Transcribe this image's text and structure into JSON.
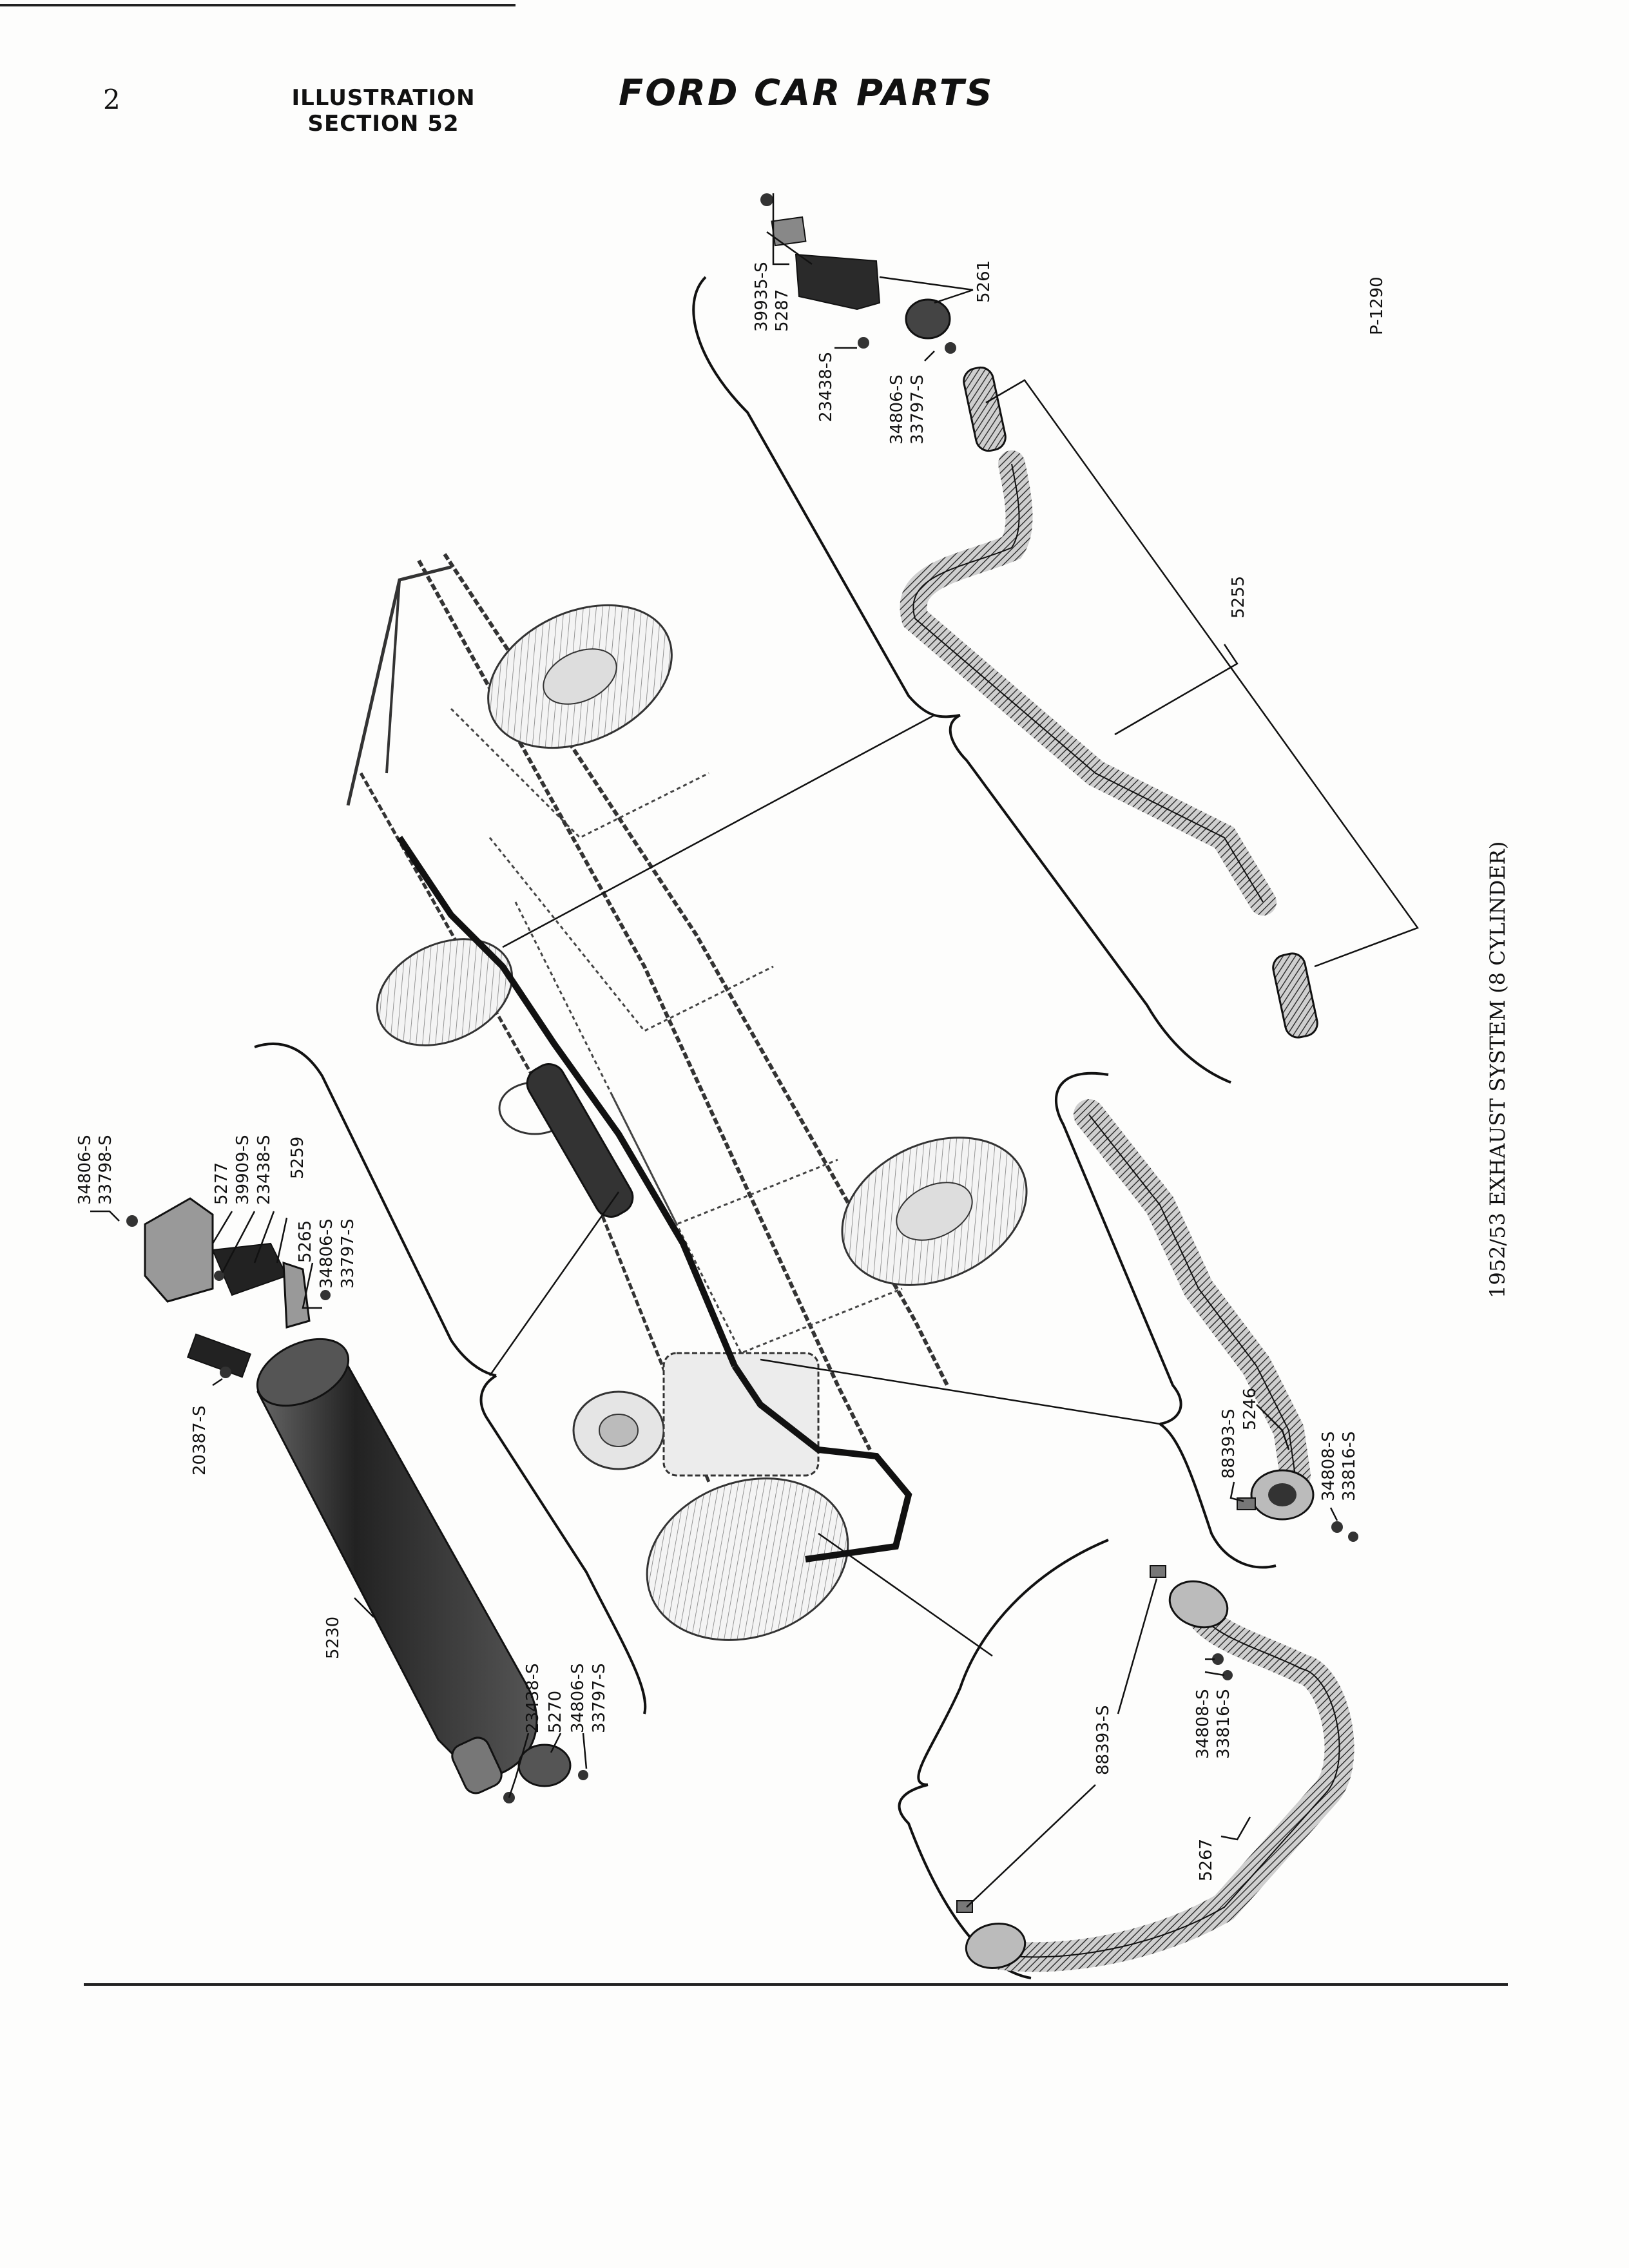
{
  "header": {
    "page_number": "2",
    "section_line1": "ILLUSTRATION",
    "section_line2": "SECTION 52",
    "catalog_title": "FORD CAR PARTS"
  },
  "figure": {
    "plate_number": "P-1290",
    "caption": "1952/53 EXHAUST SYSTEM (8 CYLINDER)"
  },
  "callouts": {
    "tailpipe_group": {
      "p39935s": "39935-S",
      "p5287": "5287",
      "p23438s": "23438-S",
      "p34806s": "34806-S",
      "p33797s": "33797-S",
      "p5261": "5261",
      "p5255": "5255"
    },
    "hanger_group": {
      "p34806s": "34806-S",
      "p33798s": "33798-S",
      "p5277": "5277",
      "p39909s": "39909-S",
      "p23438s": "23438-S",
      "p5259": "5259",
      "p5265": "5265",
      "p34806s_b": "34806-S",
      "p33797s": "33797-S",
      "p20387s": "20387-S"
    },
    "muffler_group": {
      "p5230": "5230",
      "p23438s": "23438-S",
      "p5270": "5270",
      "p34806s": "34806-S",
      "p33797s": "33797-S"
    },
    "inlet_pipe_group": {
      "p88393s": "88393-S",
      "p5246": "5246",
      "p34808s": "34808-S",
      "p33816s": "33816-S"
    },
    "crossover_group": {
      "p88393s": "88393-S",
      "p34808s": "34808-S",
      "p33816s": "33816-S",
      "p5267": "5267"
    }
  }
}
